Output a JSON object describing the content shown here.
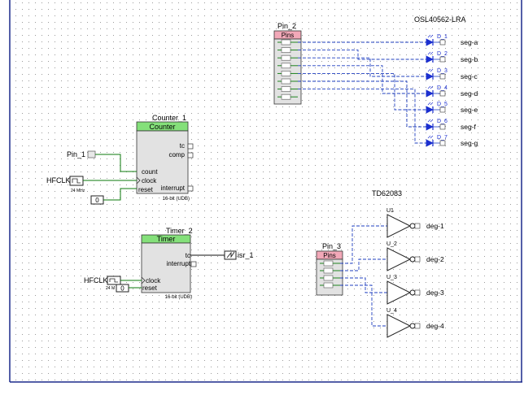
{
  "colors": {
    "frame": "#1c2a8c",
    "grid_dot": "#9a9a9a",
    "wire_green": "#0b7a0b",
    "wire_blue": "#1f3fbf",
    "component_header_green": "#84e07a",
    "pins_header_pink": "#f2a8b8",
    "body_gray": "#e2e2e2",
    "led_blue": "#1b2fd0"
  },
  "counter": {
    "instance": "Counter_1",
    "header": "Counter",
    "ports_left": [
      "count",
      "clock",
      "reset"
    ],
    "ports_right": [
      "tc",
      "comp",
      "interrupt"
    ],
    "footer": "16-bit (UDB)"
  },
  "timer": {
    "instance": "Timer_2",
    "header": "Timer",
    "ports_left": [
      "clock",
      "reset"
    ],
    "ports_right": [
      "tc",
      "interrupt"
    ],
    "footer": "16-bit (UDB)"
  },
  "pin1": {
    "label": "Pin_1"
  },
  "hfclk_counter": {
    "label": "HFCLK",
    "freq": "24 MHz"
  },
  "hfclk_timer": {
    "label": "HFCLK",
    "freq": "24 M"
  },
  "const_counter": {
    "value": "0"
  },
  "const_timer": {
    "value": "0"
  },
  "isr": {
    "label": "isr_1"
  },
  "pin2": {
    "instance": "Pin_2",
    "header": "Pins",
    "count": 8
  },
  "pin3": {
    "instance": "Pin_3",
    "header": "Pins",
    "count": 4
  },
  "display": {
    "title": "OSL40562-LRA",
    "leds": [
      "D_1",
      "D_2",
      "D_3",
      "D_4",
      "D_5",
      "D_6",
      "D_7"
    ],
    "segments": [
      "seg-a",
      "seg-b",
      "seg-c",
      "seg-d",
      "seg-e",
      "seg-f",
      "seg-g"
    ]
  },
  "driver": {
    "title": "TD62083",
    "units": [
      "U1",
      "U_2",
      "U_3",
      "U_4"
    ],
    "outputs": [
      "deg-1",
      "deg-2",
      "deg-3",
      "deg-4"
    ]
  }
}
